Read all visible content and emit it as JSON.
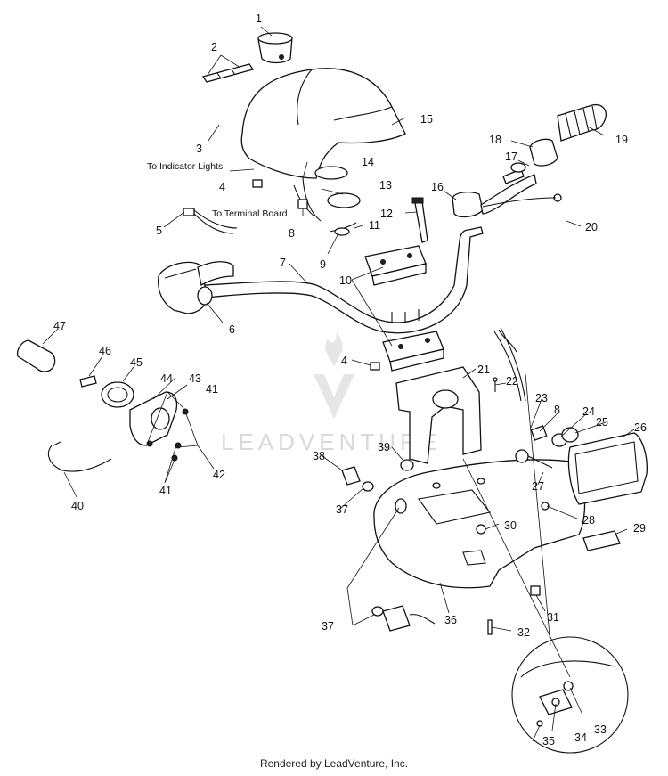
{
  "diagram": {
    "callouts": [
      "1",
      "2",
      "3",
      "4",
      "5",
      "6",
      "7",
      "8",
      "9",
      "10",
      "11",
      "12",
      "13",
      "14",
      "15",
      "16",
      "17",
      "18",
      "19",
      "20",
      "21",
      "22",
      "23",
      "8",
      "24",
      "25",
      "26",
      "27",
      "28",
      "29",
      "30",
      "31",
      "32",
      "33",
      "34",
      "35",
      "36",
      "37",
      "37",
      "38",
      "39",
      "40",
      "41",
      "41",
      "42",
      "43",
      "44",
      "45",
      "46",
      "47",
      "4"
    ],
    "notes": {
      "indicator_lights": "To Indicator  Lights",
      "terminal_board": "To Terminal Board"
    },
    "watermark": "LEADVENTURE"
  },
  "footer": "Rendered by LeadVenture, Inc."
}
